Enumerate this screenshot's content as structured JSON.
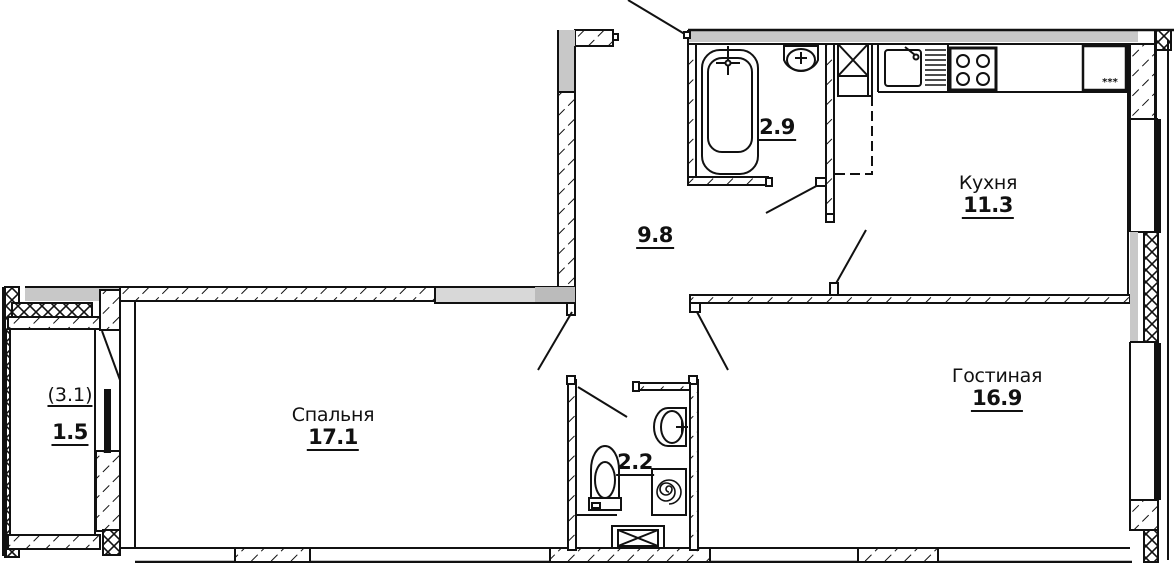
{
  "plan": {
    "type": "apartment-floor-plan",
    "colors": {
      "wall": "#111111",
      "wall_fill": "#ffffff",
      "window_gray": "#c8c8c8",
      "background": "#ffffff"
    },
    "rooms": [
      {
        "id": "bedroom",
        "name": "Спальня",
        "area": "17.1"
      },
      {
        "id": "living-room",
        "name": "Гостиная",
        "area": "16.9"
      },
      {
        "id": "kitchen",
        "name": "Кухня",
        "area": "11.3"
      },
      {
        "id": "hallway",
        "name": "",
        "area": "9.8"
      },
      {
        "id": "bathroom",
        "name": "",
        "area": "2.9"
      },
      {
        "id": "toilet",
        "name": "",
        "area": "2.2"
      },
      {
        "id": "balcony",
        "name": "",
        "area": "1.5",
        "area_full": "(3.1)"
      }
    ],
    "fixtures": [
      {
        "id": "bathtub",
        "room": "bathroom"
      },
      {
        "id": "washbasin-bathroom",
        "room": "bathroom"
      },
      {
        "id": "shaft-bathroom",
        "room": "bathroom"
      },
      {
        "id": "kitchen-sink",
        "room": "kitchen"
      },
      {
        "id": "stove",
        "room": "kitchen",
        "burners": 4
      },
      {
        "id": "fridge",
        "room": "kitchen",
        "marking": "***"
      },
      {
        "id": "toilet-bowl",
        "room": "toilet"
      },
      {
        "id": "washbasin-toilet",
        "room": "toilet"
      },
      {
        "id": "boiler",
        "room": "toilet"
      },
      {
        "id": "shaft-toilet",
        "room": "toilet"
      }
    ]
  }
}
